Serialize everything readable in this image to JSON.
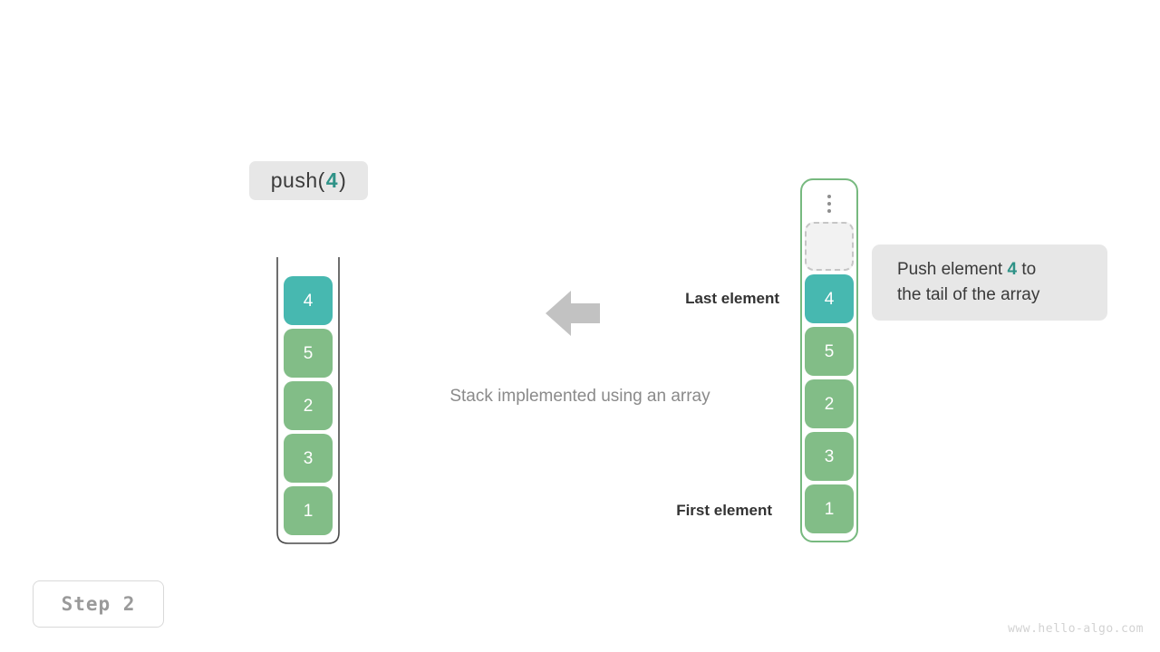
{
  "operation": {
    "prefix": "push(",
    "argument": "4",
    "suffix": ")"
  },
  "stack": {
    "title": "stack-container",
    "cells": [
      {
        "value": "4",
        "variant": "teal"
      },
      {
        "value": "5",
        "variant": "green"
      },
      {
        "value": "2",
        "variant": "green"
      },
      {
        "value": "3",
        "variant": "green"
      },
      {
        "value": "1",
        "variant": "green"
      }
    ]
  },
  "array": {
    "ellipsis_icon": "vertical-ellipsis-icon",
    "cells": [
      {
        "value": "",
        "variant": "empty"
      },
      {
        "value": "4",
        "variant": "teal"
      },
      {
        "value": "5",
        "variant": "green"
      },
      {
        "value": "2",
        "variant": "green"
      },
      {
        "value": "3",
        "variant": "green"
      },
      {
        "value": "1",
        "variant": "green"
      }
    ]
  },
  "annotations": {
    "arrow_icon": "arrow-left-icon",
    "last_element": "Last element",
    "first_element": "First element",
    "caption": "Stack implemented using an array",
    "note": {
      "line1_before": "Push element ",
      "line1_arg": "4",
      "line1_after": " to",
      "line2": "the tail of the array"
    }
  },
  "step_badge": "Step 2",
  "watermark": "www.hello-algo.com",
  "colors": {
    "teal": "#47b8b0",
    "green": "#82bd87",
    "accent_text": "#2e9287",
    "chip_bg": "#e7e7e7",
    "array_border": "#77b97f",
    "arrow": "#c2c2c2",
    "caption_text": "#8a8a8a",
    "badge_text": "#9a9a9a",
    "watermark_text": "#d2d2d2"
  }
}
